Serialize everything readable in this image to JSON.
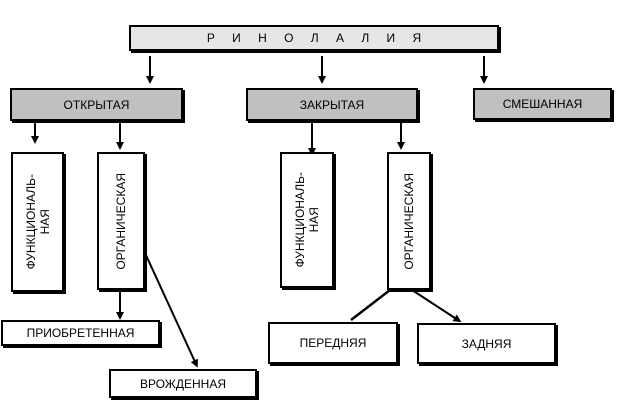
{
  "root": {
    "label": "Р И Н О Л А Л И Я"
  },
  "level1": {
    "open": "ОТКРЫТАЯ",
    "closed": "ЗАКРЫТАЯ",
    "mixed": "СМЕШАННАЯ"
  },
  "open_children": {
    "functional_line1": "ФУНКЦИОНАЛЬ-",
    "functional_line2": "НАЯ",
    "organic": "ОРГАНИЧЕСКАЯ"
  },
  "closed_children": {
    "functional_line1": "ФУНКЦИОНАЛЬ-",
    "functional_line2": "НАЯ",
    "organic": "ОРГАНИЧЕСКАЯ"
  },
  "open_organic_children": {
    "acquired": "ПРИОБРЕТЕННАЯ",
    "congenital": "ВРОЖДЕННАЯ"
  },
  "closed_organic_children": {
    "anterior": "ПЕРЕДНЯЯ",
    "posterior": "ЗАДНЯЯ"
  }
}
